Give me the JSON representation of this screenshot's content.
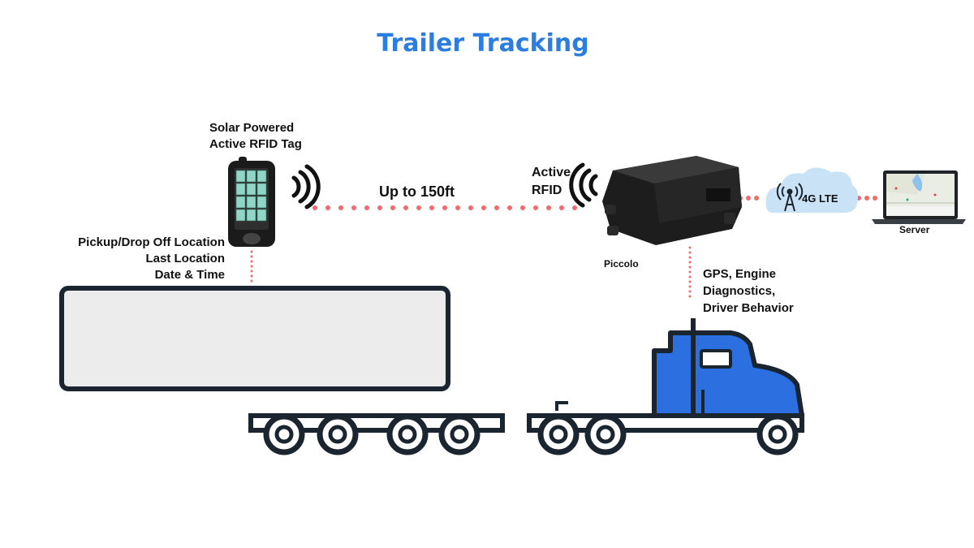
{
  "title": "Trailer Tracking",
  "tag": {
    "line1": "Solar Powered",
    "line2": "Active RFID Tag"
  },
  "trailer_info": {
    "line1": "Pickup/Drop Off Location",
    "line2": "Last Location",
    "line3": "Date & Time"
  },
  "range": "Up to 150ft",
  "receiver": {
    "line1": "Active",
    "line2": "RFID"
  },
  "device": "Piccolo",
  "network": "4G LTE",
  "server": "Server",
  "truck_data": {
    "line1": "GPS, Engine",
    "line2": "Diagnostics,",
    "line3": "Driver Behavior"
  },
  "colors": {
    "title": "#2b7de0",
    "dots": "#f26b6b",
    "truck_cab": "#2b6fe0",
    "outline": "#1a2530",
    "cloud": "#c9e2f6",
    "trailer_fill": "#ececec",
    "solar_cell": "#8fd6c7"
  },
  "icons": [
    "solar-rfid-tag-icon",
    "wireless-signal-icon",
    "piccolo-device-icon",
    "cell-tower-icon",
    "cloud-icon",
    "laptop-icon",
    "truck-icon",
    "trailer-icon"
  ]
}
